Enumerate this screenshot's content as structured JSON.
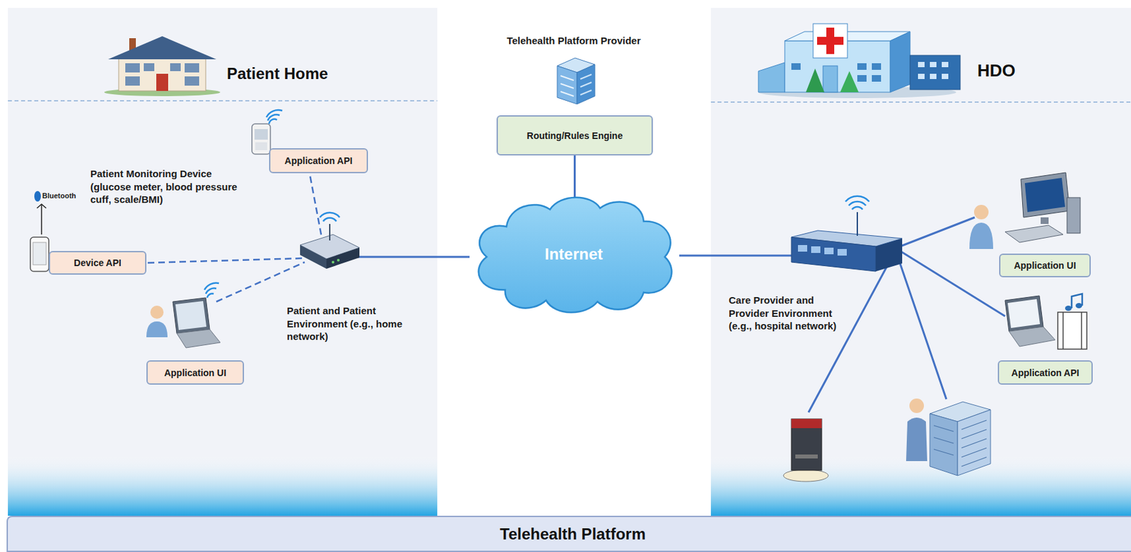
{
  "diagram": {
    "nodes": [
      {
        "text": [
          "Patient Home"
        ]
      },
      {
        "text": [
          "Application API"
        ],
        "in": 0
      },
      {
        "text": [
          "Device API"
        ],
        "in": 0
      },
      {
        "text": [
          "Application UI"
        ],
        "in": 0
      },
      {
        "text": [
          "Routing/Rules Engine"
        ]
      },
      {
        "text": [
          "Internet"
        ]
      },
      {
        "text": [
          "HDO"
        ]
      },
      {
        "text": [
          "Application UI"
        ],
        "in": 6
      },
      {
        "text": [
          "Application API"
        ],
        "in": 6
      },
      {
        "text": [
          "Telehealth Platform"
        ]
      }
    ],
    "edges": [
      {
        "from": 4,
        "to": 5,
        "arrow": "none"
      }
    ],
    "labels": [
      "Telehealth Platform Provider",
      "Bluetooth",
      "Patient Monitoring Device (glucose meter, blood pressure cuff, scale/BMI)",
      "Patient and Patient Environment (e.g., home network)",
      "Care Provider and Provider Environment (e.g., hospital network)"
    ]
  }
}
